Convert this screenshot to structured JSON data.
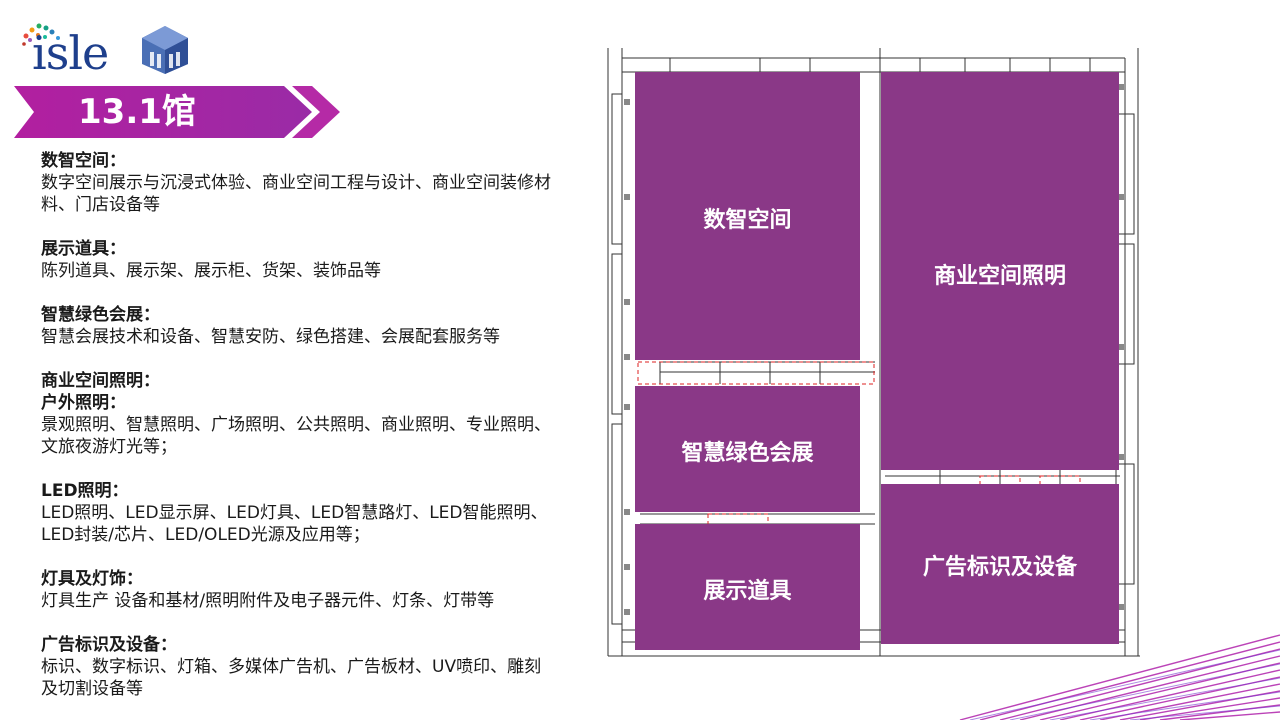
{
  "brand": {
    "logo_text": "isle",
    "accent": "#a826a0",
    "booth_color": "#8a3887",
    "logo_blue": "#1e3f8c"
  },
  "hall": {
    "title": "13.1馆"
  },
  "categories": [
    {
      "title": "数智空间：",
      "lines": [
        "数字空间展示与沉浸式体验、商业空间工程与设计、商业空间装修材",
        "料、门店设备等"
      ]
    },
    {
      "title": "展示道具：",
      "lines": [
        "陈列道具、展示架、展示柜、货架、装饰品等"
      ]
    },
    {
      "title": "智慧绿色会展：",
      "lines": [
        "智慧会展技术和设备、智慧安防、绿色搭建、会展配套服务等"
      ]
    },
    {
      "title": "商业空间照明：",
      "subtitle": "户外照明：",
      "lines": [
        "景观照明、智慧照明、广场照明、公共照明、商业照明、专业照明、",
        "文旅夜游灯光等；"
      ]
    },
    {
      "title": "LED照明：",
      "lines": [
        "LED照明、LED显示屏、LED灯具、LED智慧路灯、LED智能照明、",
        "LED封装/芯片、LED/OLED光源及应用等；"
      ]
    },
    {
      "title": "灯具及灯饰：",
      "lines": [
        "灯具生产 设备和基材/照明附件及电子器元件、灯条、灯带等"
      ]
    },
    {
      "title": "广告标识及设备：",
      "lines": [
        "标识、数字标识、灯箱、多媒体广告机、广告板材、UV喷印、雕刻",
        "及切割设备等"
      ]
    }
  ],
  "zones": [
    {
      "label": "数智空间"
    },
    {
      "label": "商业空间照明"
    },
    {
      "label": "智慧绿色会展"
    },
    {
      "label": "广告标识及设备"
    },
    {
      "label": "展示道具"
    }
  ]
}
